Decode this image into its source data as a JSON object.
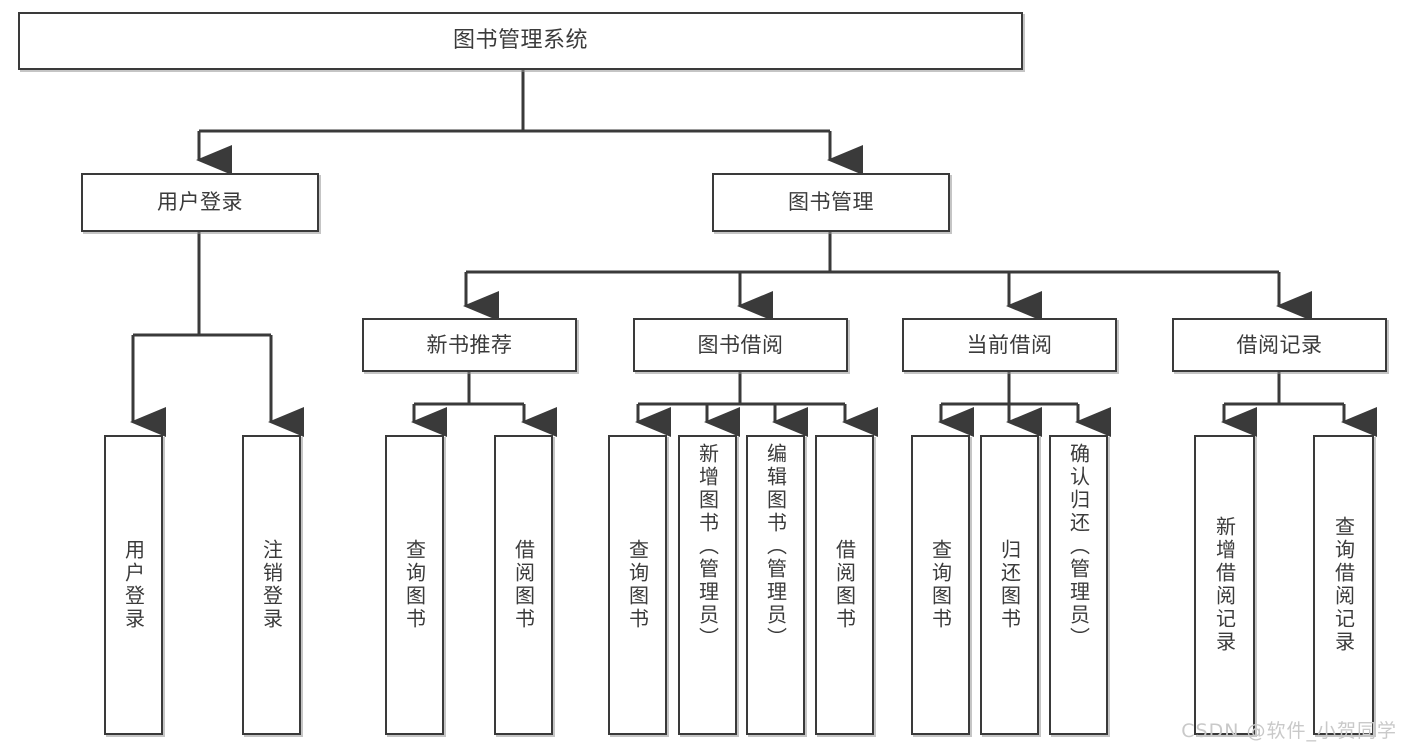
{
  "diagram": {
    "title": "图书管理系统",
    "watermark": "CSDN @软件_小贺同学",
    "colors": {
      "background": "#ffffff",
      "border": "#3a3a3a",
      "text": "#3b3b3b",
      "edge": "#3a3a3a",
      "shadow": "#969696",
      "watermark": "#c9c9c9"
    },
    "nodes": {
      "root": "图书管理系统",
      "user_login": "用户登录",
      "book_manage": "图书管理",
      "new_book_rec": "新书推荐",
      "book_borrow": "图书借阅",
      "current_borrow": "当前借阅",
      "borrow_record": "借阅记录",
      "leaf_user_login": "用户登录",
      "leaf_logout": "注销登录",
      "leaf_query_book_1": "查询图书",
      "leaf_borrow_book_1": "借阅图书",
      "leaf_query_book_2": "查询图书",
      "leaf_add_book": "新增图书（管理员）",
      "leaf_edit_book": "编辑图书（管理员）",
      "leaf_borrow_book_2": "借阅图书",
      "leaf_query_book_3": "查询图书",
      "leaf_return_book": "归还图书",
      "leaf_confirm_return": "确认归还（管理员）",
      "leaf_add_record": "新增借阅记录",
      "leaf_query_record": "查询借阅记录"
    },
    "tree": {
      "label": "图书管理系统",
      "children": [
        {
          "label": "用户登录",
          "children": [
            {
              "label": "用户登录",
              "children": []
            },
            {
              "label": "注销登录",
              "children": []
            }
          ]
        },
        {
          "label": "图书管理",
          "children": [
            {
              "label": "新书推荐",
              "children": [
                {
                  "label": "查询图书",
                  "children": []
                },
                {
                  "label": "借阅图书",
                  "children": []
                }
              ]
            },
            {
              "label": "图书借阅",
              "children": [
                {
                  "label": "查询图书",
                  "children": []
                },
                {
                  "label": "新增图书（管理员）",
                  "children": []
                },
                {
                  "label": "编辑图书（管理员）",
                  "children": []
                },
                {
                  "label": "借阅图书",
                  "children": []
                }
              ]
            },
            {
              "label": "当前借阅",
              "children": [
                {
                  "label": "查询图书",
                  "children": []
                },
                {
                  "label": "归还图书",
                  "children": []
                },
                {
                  "label": "确认归还（管理员）",
                  "children": []
                }
              ]
            },
            {
              "label": "借阅记录",
              "children": [
                {
                  "label": "新增借阅记录",
                  "children": []
                },
                {
                  "label": "查询借阅记录",
                  "children": []
                }
              ]
            }
          ]
        }
      ]
    }
  }
}
